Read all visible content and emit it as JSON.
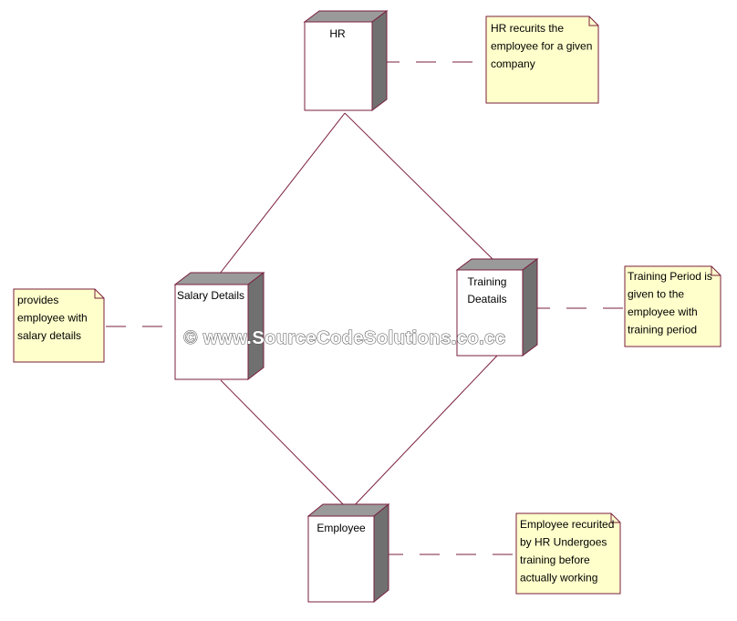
{
  "colors": {
    "line": "#7a1f3d",
    "node_front": "#ffffff",
    "node_side": "#707070",
    "node_top": "#9a9a9a",
    "note_fill": "#ffffcc",
    "watermark_stroke": "#555555"
  },
  "nodes": {
    "hr": {
      "lines": [
        "HR"
      ]
    },
    "salary": {
      "lines": [
        "Salary Details"
      ]
    },
    "training": {
      "lines": [
        "Training",
        "Deatails"
      ]
    },
    "employee": {
      "lines": [
        "Employee"
      ]
    }
  },
  "notes": {
    "hr_note": {
      "lines": [
        "HR recurits the",
        "employee for a given",
        "company"
      ]
    },
    "salary_note": {
      "lines": [
        "provides",
        "employee with",
        "salary details"
      ]
    },
    "training_note": {
      "lines": [
        "Training Period is",
        "given to the",
        "employee with",
        "training period"
      ]
    },
    "employee_note": {
      "lines": [
        "Employee recurited",
        "by HR Undergoes",
        "training before",
        "actually working"
      ]
    }
  },
  "watermark": "© www.SourceCodeSolutions.co.cc"
}
